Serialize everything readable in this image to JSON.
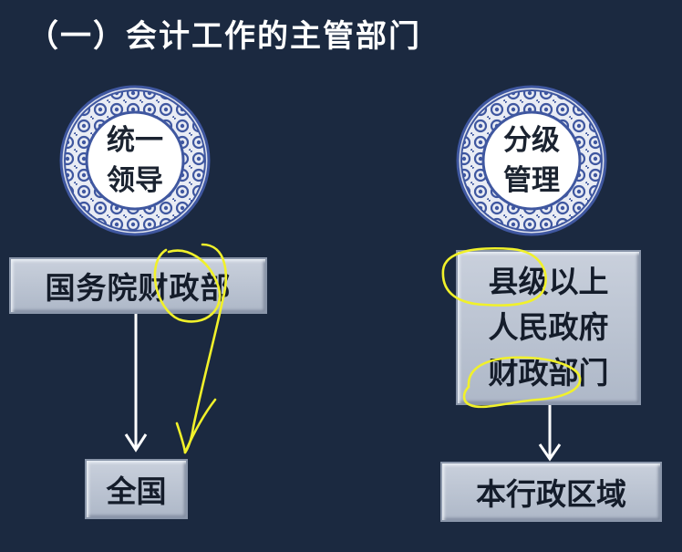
{
  "title": "（一）会计工作的主管部门",
  "left": {
    "medal_lines": [
      "统一",
      "领导"
    ],
    "top_box": "国务院财政部",
    "bottom_box": "全国"
  },
  "right": {
    "medal_lines": [
      "分级",
      "管理"
    ],
    "top_box_lines": [
      "县级以上",
      "人民政府",
      "财政部门"
    ],
    "bottom_box": "本行政区域"
  },
  "colors": {
    "background": "#1b2940",
    "box_fill": "#bcc4d2",
    "medal_pattern": "#3f57a0",
    "arrow": "#ffffff",
    "annotation": "#f1f12a"
  }
}
